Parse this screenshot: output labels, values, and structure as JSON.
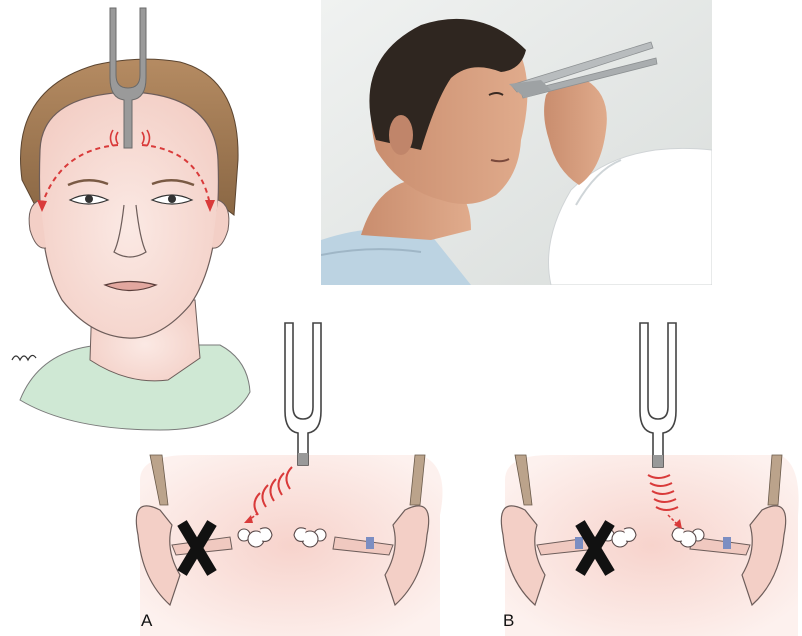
{
  "panels": {
    "a_label": "A",
    "b_label": "B"
  },
  "illustrations": {
    "forehead_fork": "tuning-fork-icon",
    "face": "woman-face-illustration",
    "photo": "man-with-tuning-fork-photo",
    "panel_a_fork": "tuning-fork-icon",
    "panel_b_fork": "tuning-fork-icon",
    "x_mark": "x-mark-icon"
  },
  "colors": {
    "fork_gray": "#8f8f8f",
    "sound_wave_red": "#d93a3a",
    "skin": "#f6d9d0",
    "hair": "#a8825e",
    "shirt_green": "#cfe8d4",
    "photo_bg": "#e9ebea"
  }
}
